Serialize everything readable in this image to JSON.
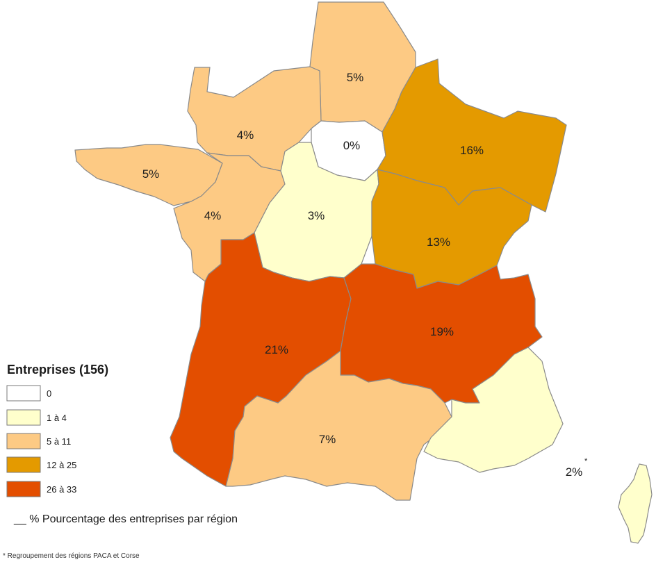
{
  "classes": [
    {
      "id": "c0",
      "label": "0",
      "color": "#ffffff"
    },
    {
      "id": "c1",
      "label": "1 à 4",
      "color": "#ffffcc"
    },
    {
      "id": "c2",
      "label": "5 à 11",
      "color": "#fdca84"
    },
    {
      "id": "c3",
      "label": "12 à 25",
      "color": "#e49a00"
    },
    {
      "id": "c4",
      "label": "26 à 33",
      "color": "#e34e00"
    }
  ],
  "regions": [
    {
      "id": "hauts-de-france",
      "value": "5%",
      "class": "c2"
    },
    {
      "id": "normandie",
      "value": "4%",
      "class": "c2"
    },
    {
      "id": "ile-de-france",
      "value": "0%",
      "class": "c0"
    },
    {
      "id": "grand-est",
      "value": "16%",
      "class": "c3"
    },
    {
      "id": "bretagne",
      "value": "5%",
      "class": "c2"
    },
    {
      "id": "pays-de-la-loire",
      "value": "4%",
      "class": "c2"
    },
    {
      "id": "centre-val-de-loire",
      "value": "3%",
      "class": "c1"
    },
    {
      "id": "bourgogne-franche-comte",
      "value": "13%",
      "class": "c3"
    },
    {
      "id": "nouvelle-aquitaine",
      "value": "21%",
      "class": "c4"
    },
    {
      "id": "auvergne-rhone-alpes",
      "value": "19%",
      "class": "c4"
    },
    {
      "id": "occitanie",
      "value": "7%",
      "class": "c2"
    },
    {
      "id": "paca-corse",
      "value": "2%",
      "value_mark": "*",
      "class": "c1"
    }
  ],
  "legend": {
    "title": "Entreprises (156)",
    "note": "__ % Pourcentage des entreprises par région"
  },
  "footnote": "* Regroupement des régions PACA et Corse"
}
